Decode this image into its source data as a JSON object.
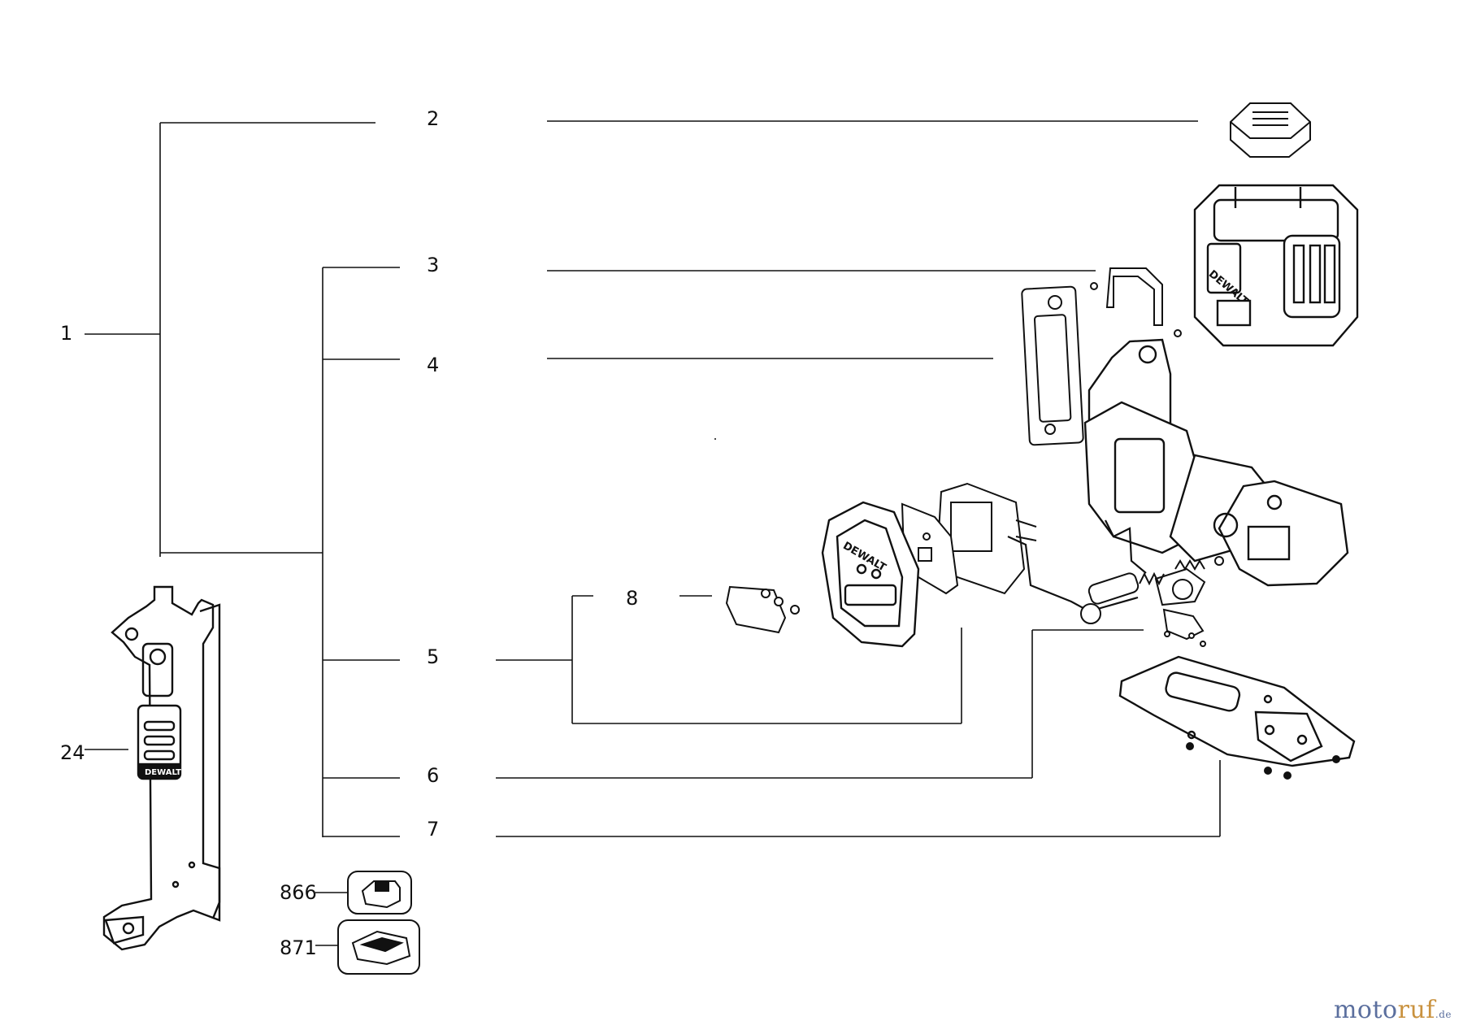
{
  "diagram": {
    "part_numbers": [
      "1",
      "2",
      "3",
      "4",
      "5",
      "6",
      "7",
      "8",
      "24",
      "866",
      "871"
    ]
  },
  "watermark": {
    "part1": "moto",
    "part2": "ruf",
    "suffix": ".de"
  },
  "colors": {
    "line": "#111111",
    "watermark_blue": "#5b6f9e",
    "watermark_orange": "#c9923f"
  }
}
